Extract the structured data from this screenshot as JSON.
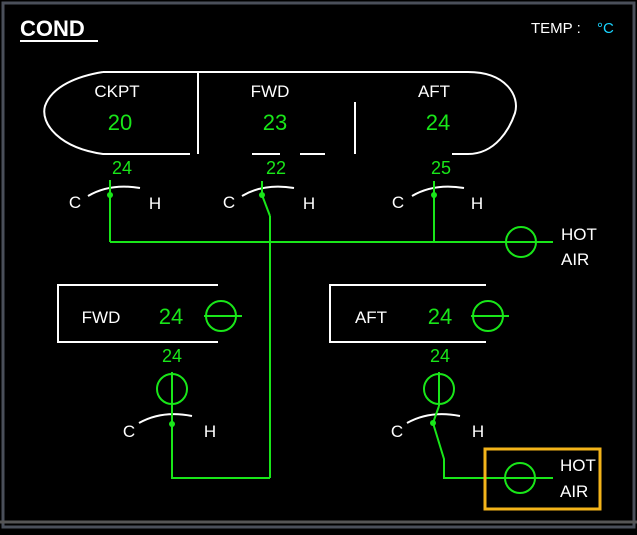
{
  "page": {
    "title": "COND",
    "temp_label": "TEMP :",
    "temp_unit": "°C"
  },
  "cabin_zones": [
    {
      "name": "CKPT",
      "temp": "20",
      "duct_temp": "24"
    },
    {
      "name": "FWD",
      "temp": "23",
      "duct_temp": "22"
    },
    {
      "name": "AFT",
      "temp": "24",
      "duct_temp": "25"
    }
  ],
  "cargo_zones": [
    {
      "name": "FWD",
      "temp": "24",
      "duct_temp": "24"
    },
    {
      "name": "AFT",
      "temp": "24",
      "duct_temp": "24"
    }
  ],
  "valve_labels": {
    "cold": "C",
    "hot": "H"
  },
  "hot_air": {
    "cabin_line1": "HOT",
    "cabin_line2": "AIR",
    "cargo_line1": "HOT",
    "cargo_line2": "AIR"
  },
  "colors": {
    "background": "#000000",
    "frame": "#4a4f5a",
    "white": "#ffffff",
    "green": "#19e619",
    "cyan": "#19d4ff",
    "amber": "#f3b41a"
  }
}
